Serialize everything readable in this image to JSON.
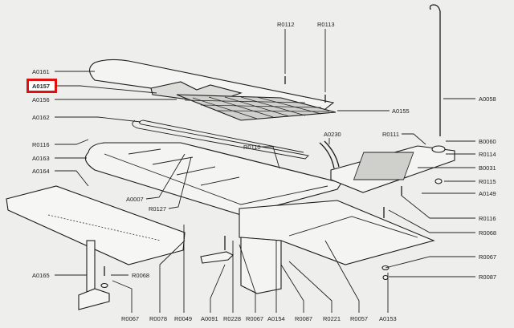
{
  "diagram": {
    "type": "exploded-parts-view",
    "subject": "ironing board / table assembly",
    "highlighted_label": "A0157",
    "highlight_color": "#e01010",
    "labels": {
      "left": [
        "A0161",
        "A0157",
        "A0156",
        "A0162",
        "R0116",
        "A0163",
        "A0164",
        "A0165",
        "R0068"
      ],
      "top": [
        "R0112",
        "R0113"
      ],
      "center": [
        "R0110",
        "A0007",
        "R0127",
        "A0230"
      ],
      "right": [
        "A0155",
        "A0058",
        "R0111",
        "B0060",
        "R0114",
        "B0031",
        "R0115",
        "A0149",
        "R0116",
        "R0068",
        "R0067",
        "R0087"
      ],
      "bottom": [
        "R0067",
        "R0078",
        "R0049",
        "A0091",
        "R0228",
        "R0067",
        "A0154",
        "R0087",
        "R0221",
        "R0057",
        "A0153"
      ]
    }
  }
}
